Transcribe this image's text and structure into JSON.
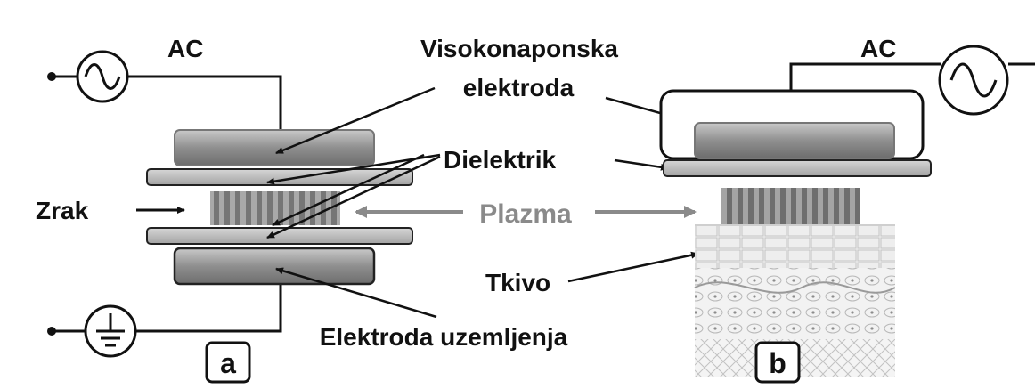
{
  "labels": {
    "ac_left": "AC",
    "ac_right": "AC",
    "hv_electrode_line1": "Visokonaponska",
    "hv_electrode_line2": "elektroda",
    "dielectric": "Dielektrik",
    "air": "Zrak",
    "plasma": "Plazma",
    "tissue": "Tkivo",
    "ground_electrode": "Elektroda uzemljenja",
    "panel_a": "a",
    "panel_b": "b"
  },
  "colors": {
    "electrode": "#9c9c9c",
    "dielectric": "#b8b8b8",
    "plasma": "#6c6c6c",
    "plasma_arrow": "#8a8a8a",
    "tissue": "#dcdcdc",
    "line": "#111111"
  },
  "icons": {
    "ac_source": "ac-sine-source-icon",
    "ground": "ground-symbol-icon"
  }
}
